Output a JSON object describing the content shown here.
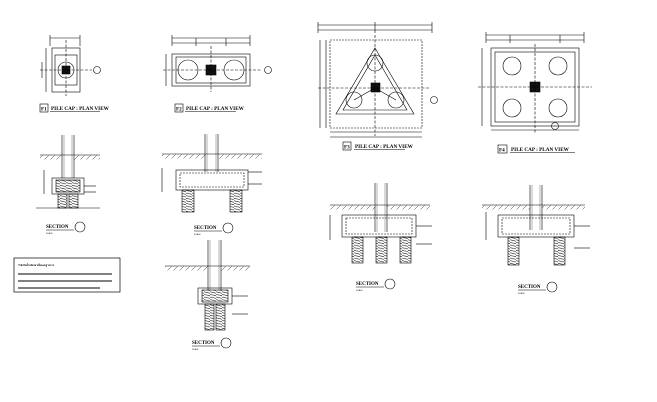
{
  "drawings": {
    "f1_plan": {
      "tag": "F1",
      "title": "PILE CAP : PLAN VIEW"
    },
    "f2_plan": {
      "tag": "F2",
      "title": "PILE CAP : PLAN VIEW"
    },
    "f3_plan": {
      "tag": "F3",
      "title": "PILE CAP : PLAN VIEW"
    },
    "f4_plan": {
      "tag": "F4",
      "title": "PILE CAP : PLAN VIEW"
    },
    "section_label": "SECTION",
    "scale_label": "SCALE",
    "scale_value": "1:25"
  },
  "notes": {
    "header": "กำลังรับน้ำหนักเสาเข็มและฐานราก"
  },
  "colors": {
    "line": "#000000",
    "background": "#ffffff",
    "fill": "#111111"
  }
}
